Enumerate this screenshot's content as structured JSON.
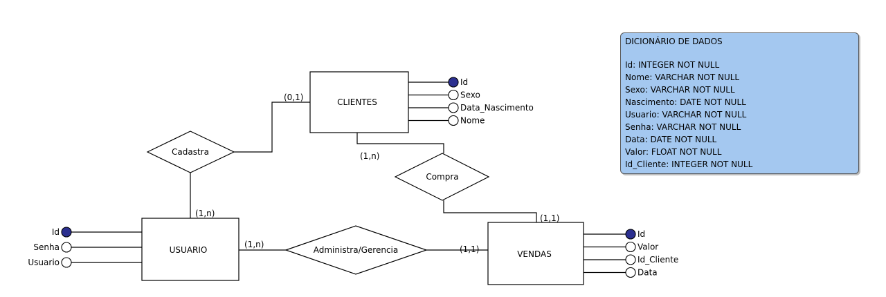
{
  "entities": {
    "clientes": "CLIENTES",
    "usuario": "USUARIO",
    "vendas": "VENDAS"
  },
  "relationships": {
    "cadastra": "Cadastra",
    "compra": "Compra",
    "administra": "Administra/Gerencia"
  },
  "cardinalities": {
    "clientes_cadastra": "(0,1)",
    "clientes_compra": "(1,n)",
    "usuario_cadastra": "(1,n)",
    "usuario_administra": "(1,n)",
    "vendas_administra": "(1,1)",
    "vendas_compra": "(1,1)"
  },
  "attributes": {
    "clientes": [
      {
        "name": "Id",
        "key": true
      },
      {
        "name": "Sexo",
        "key": false
      },
      {
        "name": "Data_Nascimento",
        "key": false
      },
      {
        "name": "Nome",
        "key": false
      }
    ],
    "usuario": [
      {
        "name": "Id",
        "key": true
      },
      {
        "name": "Senha",
        "key": false
      },
      {
        "name": "Usuario",
        "key": false
      }
    ],
    "vendas": [
      {
        "name": "Id",
        "key": true
      },
      {
        "name": "Valor",
        "key": false
      },
      {
        "name": "Id_Cliente",
        "key": false
      },
      {
        "name": "Data",
        "key": false
      }
    ]
  },
  "dictionary": {
    "title": "DICIONÁRIO DE DADOS",
    "lines": [
      "Id: INTEGER NOT NULL",
      "Nome: VARCHAR NOT NULL",
      "Sexo: VARCHAR NOT NULL",
      "Nascimento: DATE NOT NULL",
      "Usuario: VARCHAR NOT NULL",
      "Senha: VARCHAR NOT NULL",
      "Data: DATE NOT NULL",
      "Valor: FLOAT NOT NULL",
      "Id_Cliente: INTEGER NOT NULL"
    ]
  },
  "colors": {
    "key_attribute": "#2b2f8f",
    "dictionary_bg": "#a4c8f0"
  }
}
